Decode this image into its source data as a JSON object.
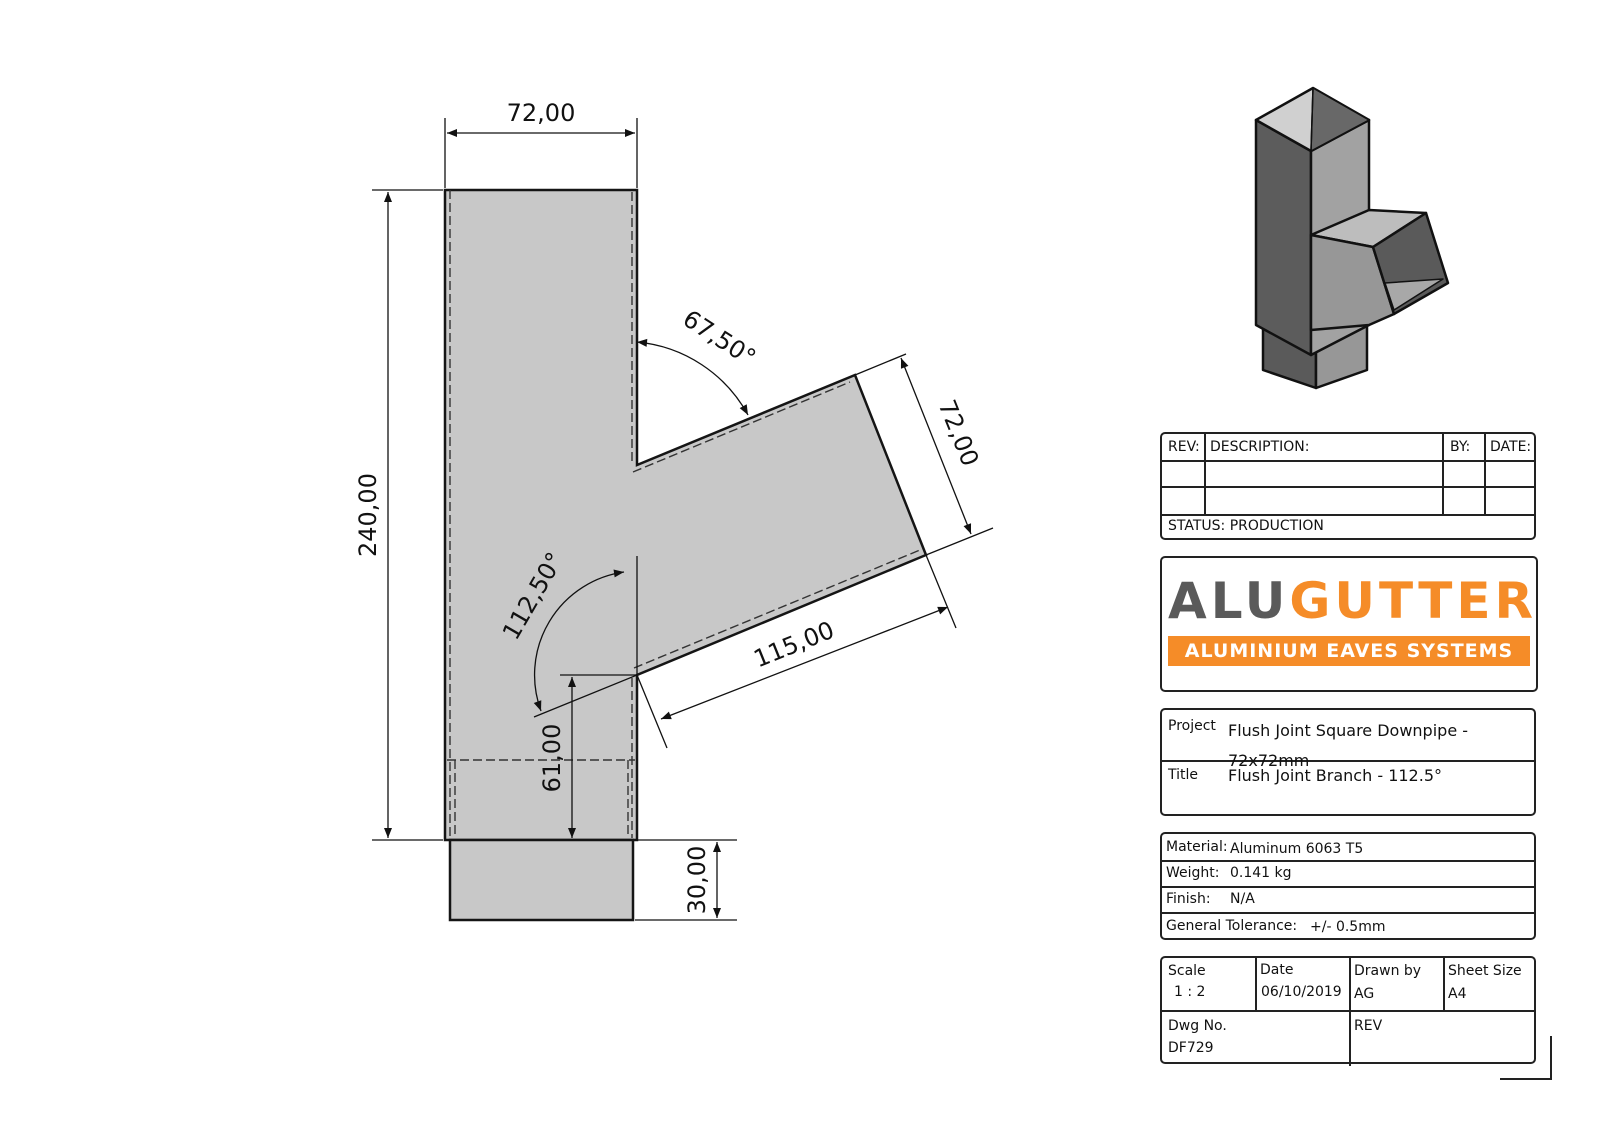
{
  "drawing": {
    "dimensions": {
      "top_width": "72,00",
      "total_height": "240,00",
      "angle_upper": "67,50°",
      "branch_width": "72,00",
      "angle_lower": "112,50°",
      "branch_length": "115,00",
      "branch_offset": "61,00",
      "spigot_length": "30,00"
    }
  },
  "rev_table": {
    "rev_header": "REV:",
    "desc_header": "DESCRIPTION:",
    "by_header": "BY:",
    "date_header": "DATE:",
    "status": "STATUS: PRODUCTION"
  },
  "logo": {
    "alu": "ALU",
    "gutter": "GUTTER",
    "subtitle": "ALUMINIUM EAVES SYSTEMS",
    "colors": {
      "dark": "#5a5a5a",
      "accent": "#f58c28"
    }
  },
  "project_box": {
    "project_label": "Project",
    "project_value": "Flush Joint Square Downpipe - 72x72mm",
    "title_label": "Title",
    "title_value": "Flush Joint Branch - 112.5°"
  },
  "material_box": {
    "material_label": "Material:",
    "material_value": "Aluminum 6063 T5",
    "weight_label": "Weight:",
    "weight_value": "0.141 kg",
    "finish_label": "Finish:",
    "finish_value": "N/A",
    "tolerance_label": "General Tolerance:",
    "tolerance_value": "+/- 0.5mm"
  },
  "title_block": {
    "scale_label": "Scale",
    "scale_value": "1 : 2",
    "date_label": "Date",
    "date_value": "06/10/2019",
    "drawn_label": "Drawn by",
    "drawn_value": "AG",
    "sheet_label": "Sheet Size",
    "sheet_value": "A4",
    "dwg_label": "Dwg No.",
    "dwg_value": "DF729",
    "rev_label": "REV"
  }
}
